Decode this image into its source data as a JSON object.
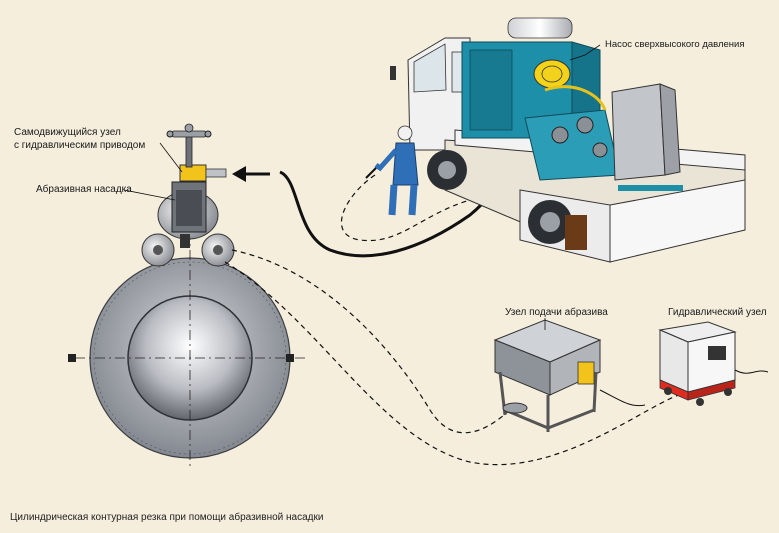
{
  "labels": {
    "self_propelled_line1": "Самодвижущийся узел",
    "self_propelled_line2": "с гидравлическим приводом",
    "abrasive_nozzle": "Абразивная насадка",
    "hp_pump": "Насос сверхвысокого давления",
    "abrasive_feed_unit": "Узел подачи абразива",
    "hydraulic_unit": "Гидравлический узел"
  },
  "caption": "Цилиндрическая контурная резка при помощи абразивной насадки",
  "colors": {
    "background": "#f5eedd",
    "pump_teal": "#1d8fa8",
    "truck_white": "#f1f1f1",
    "hydraulic_red": "#e02b1f",
    "pipe_gray": "#8a8f96"
  }
}
